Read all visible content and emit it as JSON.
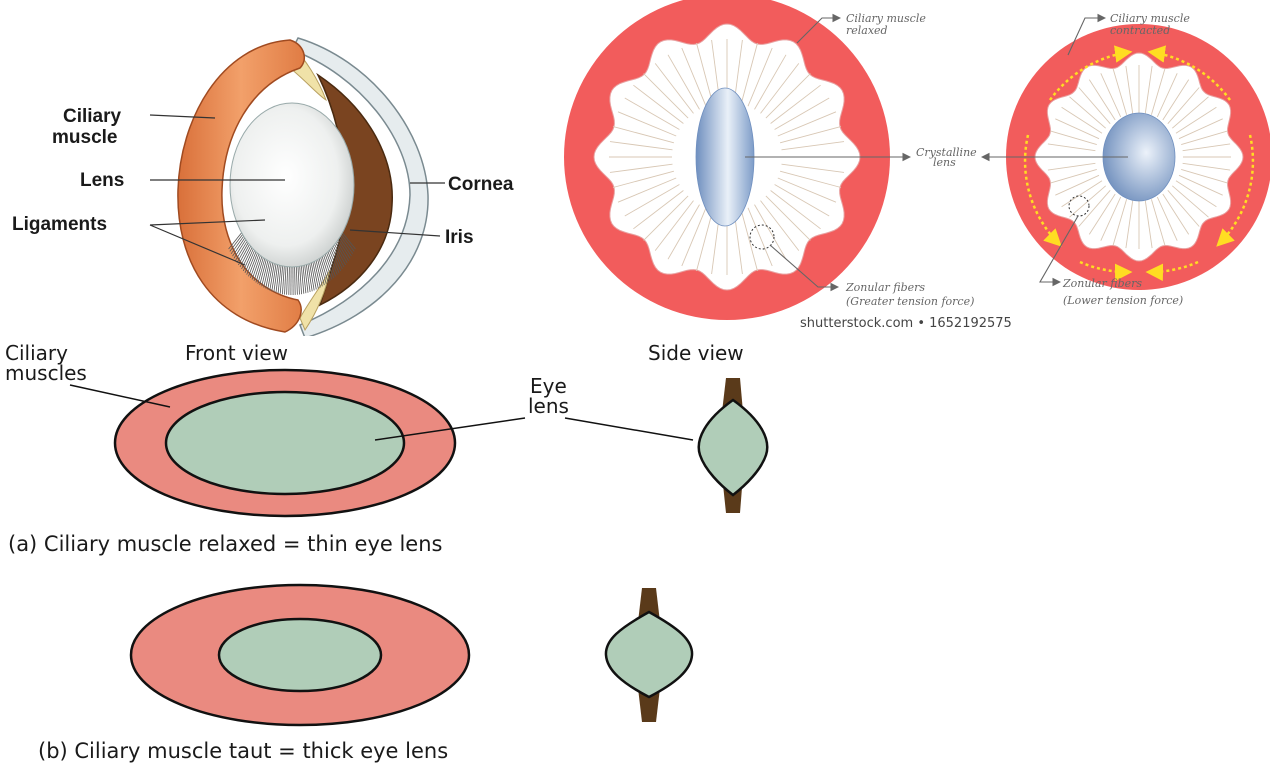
{
  "top_left": {
    "labels": {
      "ciliary_line1": "Ciliary",
      "ciliary_line2": "muscle",
      "lens": "Lens",
      "ligaments": "Ligaments",
      "cornea": "Cornea",
      "iris": "Iris"
    }
  },
  "top_right": {
    "relaxed_line1": "Ciliary muscle",
    "relaxed_line2": "relaxed",
    "contracted_line1": "Ciliary muscle",
    "contracted_line2": "contracted",
    "crystalline_line1": "Crystalline",
    "crystalline_line2": "lens",
    "zonular_left_line1": "Zonular fibers",
    "zonular_left_line2": "(Greater tension force)",
    "zonular_right_line1": "Zonular fibers",
    "zonular_right_line2": "(Lower tension force)",
    "watermark": "shutterstock.com • 1652192575"
  },
  "bottom": {
    "ciliary_line1": "Ciliary",
    "ciliary_line2": "muscles",
    "front_view": "Front view",
    "side_view": "Side view",
    "eye_line1": "Eye",
    "eye_line2": "lens",
    "caption_a": "(a) Ciliary muscle relaxed = thin eye lens",
    "caption_b": "(b) Ciliary muscle taut = thick eye lens"
  },
  "colors": {
    "muscle_red": "#f25c5c",
    "muscle_pink": "#ea8a80",
    "lens_green": "#b0cdb8",
    "arrow_yellow": "#ffdd22"
  }
}
